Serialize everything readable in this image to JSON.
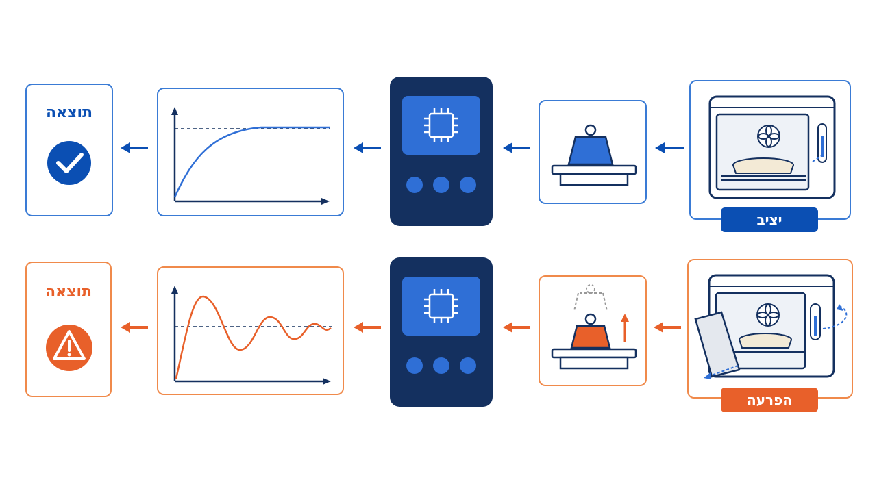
{
  "rows": [
    {
      "id": "stable",
      "result_title": "תוצאה",
      "badge_label": "יציב",
      "color": "#0b4fb3",
      "response": "settles-smoothly"
    },
    {
      "id": "disturbance",
      "result_title": "תוצאה",
      "badge_label": "הפרעה",
      "color": "#e8602a",
      "response": "oscillates"
    }
  ],
  "icons": {
    "oven": "oven-icon",
    "weight": "weight-scale-icon",
    "controller": "controller-icon",
    "chip": "chip-icon",
    "graph": "response-graph",
    "check": "check-circle-icon",
    "warning": "warning-circle-icon"
  }
}
